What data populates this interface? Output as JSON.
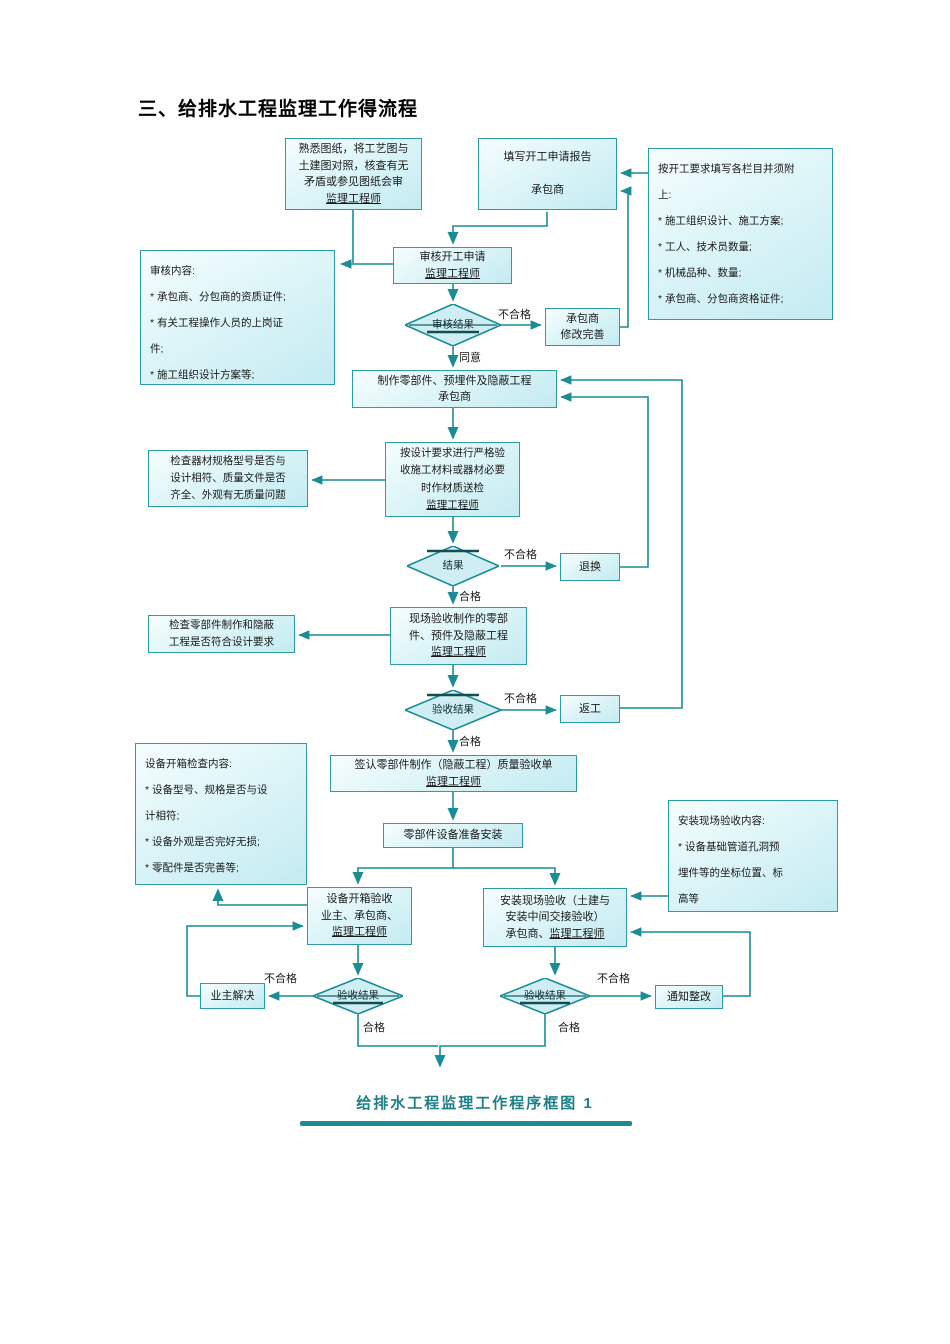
{
  "title": "三、给排水工程监理工作得流程",
  "caption": "给排水工程监理工作程序框图 1",
  "colors": {
    "line": "#1a8c94",
    "box_border": "#2e9ca3",
    "caption": "#1e7f86"
  },
  "labels": {
    "fail": "不合格",
    "pass": "合格",
    "agree": "同意"
  },
  "nodes": {
    "familiarize": {
      "text": "熟悉图纸，将工艺图与\n土建图对照，核查有无\n矛盾或参见图纸会审\n",
      "role": "监理工程师"
    },
    "fill_application": {
      "text": "填写开工申请报告\n\n承包商"
    },
    "requirements": {
      "text": "按开工要求填写各栏目并须附\n上:\n* 施工组织设计、施工方案;\n* 工人、技术员数量;\n* 机械品种、数量;\n* 承包商、分包商资格证件;"
    },
    "review_content": {
      "text": "审核内容:\n* 承包商、分包商的资质证件;\n* 有关工程操作人员的上岗证\n件;\n* 施工组织设计方案等;"
    },
    "review_application": {
      "text": "审核开工申请\n",
      "role": "监理工程师"
    },
    "contractor_revise": {
      "text": "承包商\n修改完善"
    },
    "fabricate": {
      "text": "制作零部件、预埋件及隐蔽工程\n承包商"
    },
    "strict_inspection": {
      "text": "按设计要求进行严格验\n收施工材料或器材必要\n时作材质送检\n",
      "role": "监理工程师"
    },
    "check_materials": {
      "text": "检查器材规格型号是否与\n设计相符、质量文件是否\n齐全、外观有无质量问题"
    },
    "return_exchange": {
      "text": "退换"
    },
    "site_acceptance": {
      "text": "现场验收制作的零部\n件、预件及隐蔽工程\n",
      "role": "监理工程师"
    },
    "check_parts": {
      "text": "检查零部件制作和隐蔽\n工程是否符合设计要求"
    },
    "rework": {
      "text": "返工"
    },
    "sign_acceptance": {
      "text": "签认零部件制作（隐蔽工程）质量验收单\n",
      "role": "监理工程师"
    },
    "prepare_install": {
      "text": "零部件设备准备安装"
    },
    "unpacking_content": {
      "text": "设备开箱检查内容:\n* 设备型号、规格是否与设\n计相符;\n* 设备外观是否完好无损;\n* 零配件是否完善等;"
    },
    "install_content": {
      "text": "安装现场验收内容:\n* 设备基础管道孔洞预\n埋件等的坐标位置、标\n高等"
    },
    "unpacking_acceptance": {
      "text": "设备开箱验收\n业主、承包商、\n",
      "role": "监理工程师"
    },
    "install_acceptance": {
      "text": "安装现场验收（土建与\n安装中间交接验收）\n承包商、",
      "role": "监理工程师"
    },
    "owner_solve": {
      "text": "业主解决"
    },
    "notify_rectify": {
      "text": "通知整改"
    },
    "d_review_result": {
      "label": "审核结果"
    },
    "d_result": {
      "label": "结果"
    },
    "d_acceptance_result": {
      "label": "验收结果"
    },
    "d_acceptance_left": {
      "label": "验收结果"
    },
    "d_acceptance_right": {
      "label": "验收结果"
    }
  }
}
